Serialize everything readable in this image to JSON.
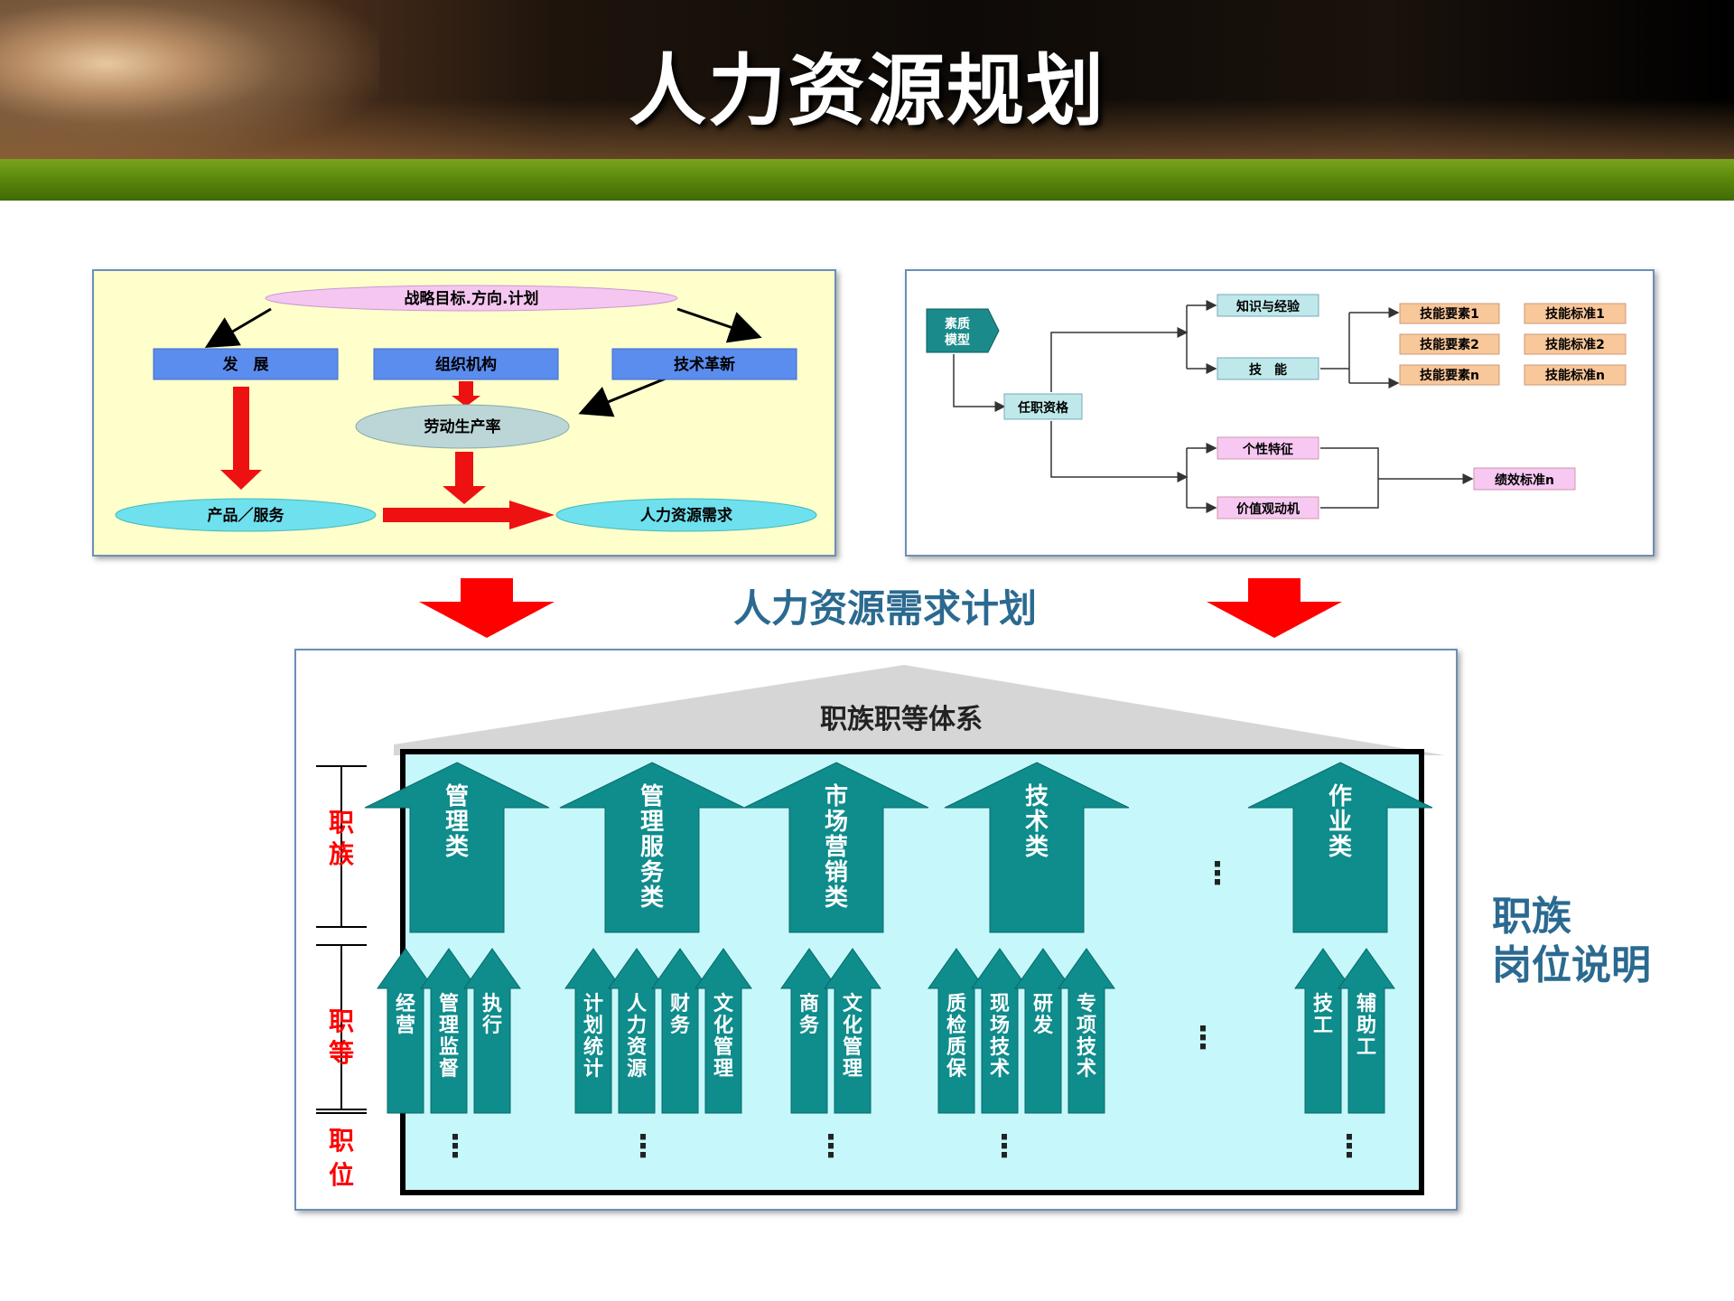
{
  "title": "人力资源规划",
  "center_label": "人力资源需求计划",
  "side_label": {
    "line1": "职族",
    "line2": "岗位说明"
  },
  "left_diagram": {
    "top": "战略目标.方向.计划",
    "box1": "发　展",
    "box2": "组织机构",
    "box3": "技术革新",
    "middle": "劳动生产率",
    "bottom_left": "产品／服务",
    "bottom_right": "人力资源需求"
  },
  "right_diagram": {
    "root": "素质模型",
    "qualification": "任职资格",
    "knowledge": "知识与经验",
    "skill": "技　能",
    "personality": "个性特征",
    "values": "价值观动机",
    "skill_elements": [
      "技能要素1",
      "技能要素2",
      "技能要素n"
    ],
    "skill_standards": [
      "技能标准1",
      "技能标准2",
      "技能标准n"
    ],
    "performance": "绩效标准n"
  },
  "bottom_diagram": {
    "roof": "职族职等体系",
    "row_labels": [
      "职族",
      "职等",
      "职位"
    ],
    "families": [
      "管理类",
      "管理服务类",
      "市场营销类",
      "技术类",
      "作业类"
    ],
    "grades": [
      [
        "经营",
        "管理监督",
        "执行"
      ],
      [
        "计划统计",
        "人力资源",
        "财务",
        "文化管理"
      ],
      [
        "商务",
        "文化管理"
      ],
      [
        "质检质保",
        "现场技术",
        "研发",
        "专项技术"
      ],
      [
        "技工",
        "辅助工"
      ]
    ],
    "ellipsis": "⋮"
  },
  "colors": {
    "teal": "#0f8c8c",
    "cyan_bg": "#c6f8fb",
    "red": "#ff0000",
    "blue_box": "#5b8def",
    "pink_ellipse": "#f5c6f0",
    "side_label": "#2b6a90"
  }
}
